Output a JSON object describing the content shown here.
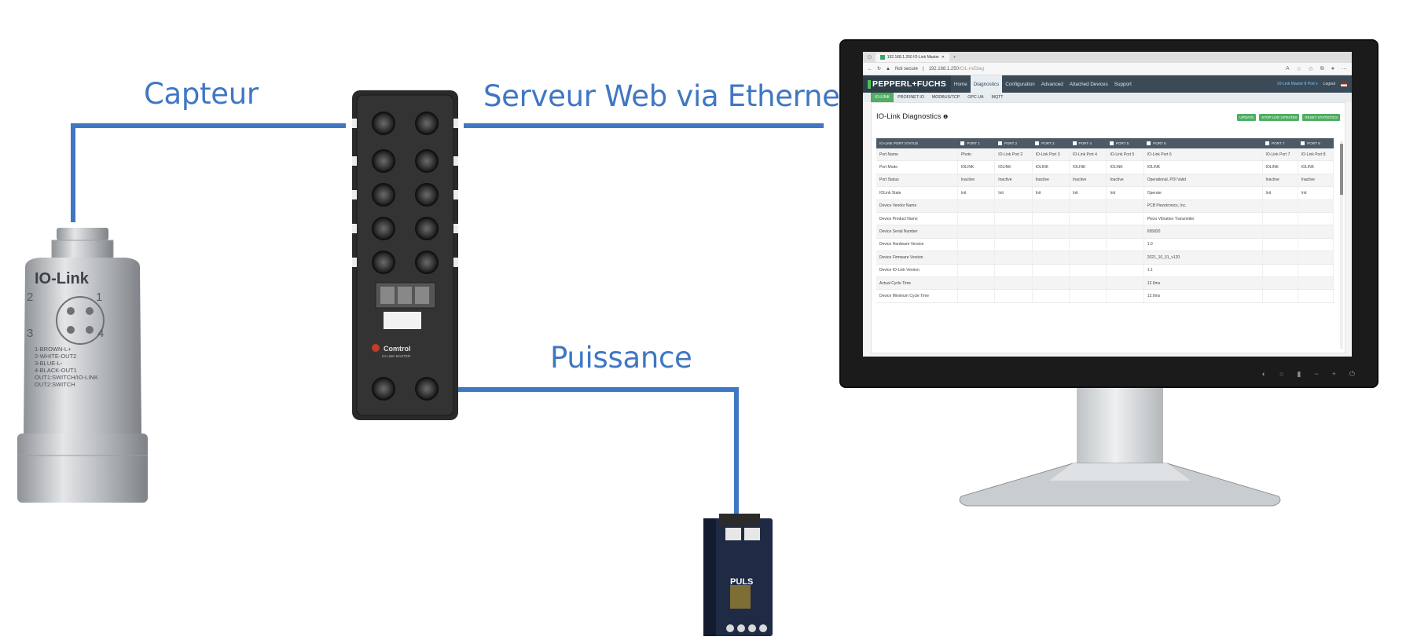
{
  "labels": {
    "capteur": "Capteur",
    "serveur_web": "Serveur Web via Ethernet",
    "puissance": "Puissance"
  },
  "colors": {
    "wire": "#3f77c3",
    "sensor_metal": "#b9bcc0",
    "master_body": "#2a2a2a",
    "psu_body": "#1f2a44",
    "brand_green": "#4fae62"
  },
  "sensor": {
    "brand": "IO-Link",
    "pin_labels": [
      "2",
      "1",
      "3",
      "4"
    ],
    "wiring_lines": [
      "1-BROWN-L+",
      "2-WHITE-OUT2",
      "3-BLUE-L-",
      "4-BLACK-OUT1",
      "OUT1:SWITCH/IO-LINK",
      "OUT2:SWITCH"
    ]
  },
  "master": {
    "brand": "Comtrol",
    "model": "IO-LINK MASTER"
  },
  "psu": {
    "brand": "PULS"
  },
  "browser": {
    "tab_title": "192.168.1.250 IO-Link Master",
    "address_warning": "Not secure",
    "url_host": "192.168.1.250",
    "url_path": "/CIL-m/Diag",
    "brand": "PEPPERL+FUCHS",
    "nav_items": [
      "Home",
      "Diagnostics",
      "Configuration",
      "Advanced",
      "Attached Devices",
      "Support"
    ],
    "nav_active": "Diagnostics",
    "nav_right_info": "IO-Link Master 8 Port v",
    "nav_logout": "Logout",
    "subnav": [
      "IO-LINK",
      "PROFINET IO",
      "MODBUS/TCP",
      "OPC UA",
      "MQTT"
    ],
    "subnav_active": "IO-LINK",
    "page_title": "IO-Link Diagnostics",
    "buttons": [
      "UPDATE",
      "STOP LIVE UPDATES",
      "RESET STATISTICS"
    ]
  },
  "diagnostics": {
    "headers": [
      "IO-LINK PORT STATUS",
      "PORT 1",
      "PORT 2",
      "PORT 3",
      "PORT 4",
      "PORT 5",
      "PORT 6",
      "PORT 7",
      "PORT 8"
    ],
    "rows": [
      [
        "Port Name",
        "Photo",
        "IO-Link Port 2",
        "IO-Link Port 3",
        "IO-Link Port 4",
        "IO-Link Port 5",
        "IO-Link Port 6",
        "IO-Link Port 7",
        "IO-Link Port 8"
      ],
      [
        "Port Mode",
        "IOLINK",
        "IOLINK",
        "IOLINK",
        "IOLINK",
        "IOLINK",
        "IOLINK",
        "IOLINK",
        "IOLINK"
      ],
      [
        "Port Status",
        "Inactive",
        "Inactive",
        "Inactive",
        "Inactive",
        "Inactive",
        "Operational, PDI Valid",
        "Inactive",
        "Inactive"
      ],
      [
        "IOLink State",
        "Init",
        "Init",
        "Init",
        "Init",
        "Init",
        "Operate",
        "Init",
        "Init"
      ],
      [
        "Device Vendor Name",
        "",
        "",
        "",
        "",
        "",
        "PCB Piezotronics, Inc.",
        "",
        ""
      ],
      [
        "Device Product Name",
        "",
        "",
        "",
        "",
        "",
        "Piezo Vibration Transmitter",
        "",
        ""
      ],
      [
        "Device Serial Number",
        "",
        "",
        "",
        "",
        "",
        "695820",
        "",
        ""
      ],
      [
        "Device Hardware Version",
        "",
        "",
        "",
        "",
        "",
        "1.0",
        "",
        ""
      ],
      [
        "Device Firmware Version",
        "",
        "",
        "",
        "",
        "",
        "2021_10_01_v120",
        "",
        ""
      ],
      [
        "Device IO-Link Version",
        "",
        "",
        "",
        "",
        "",
        "1.1",
        "",
        ""
      ],
      [
        "Actual Cycle Time",
        "",
        "",
        "",
        "",
        "",
        "12.0ms",
        "",
        ""
      ],
      [
        "Device Minimum Cycle Time",
        "",
        "",
        "",
        "",
        "",
        "12.0ms",
        "",
        ""
      ]
    ]
  }
}
